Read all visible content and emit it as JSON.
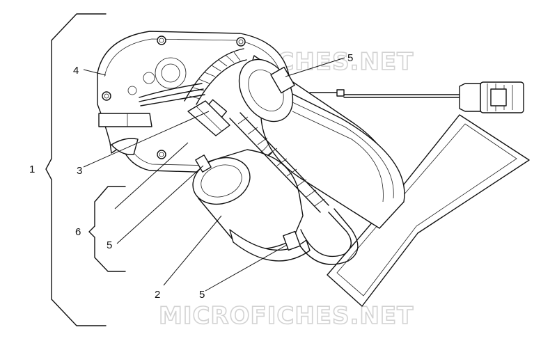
{
  "watermarks": {
    "top": "MICROFICHES.NET",
    "bottom": "MICROFICHES.NET"
  },
  "callouts": {
    "c1": "1",
    "c2": "2",
    "c3": "3",
    "c4": "4",
    "c5a": "5",
    "c5b": "5",
    "c5c": "5",
    "c6": "6"
  }
}
